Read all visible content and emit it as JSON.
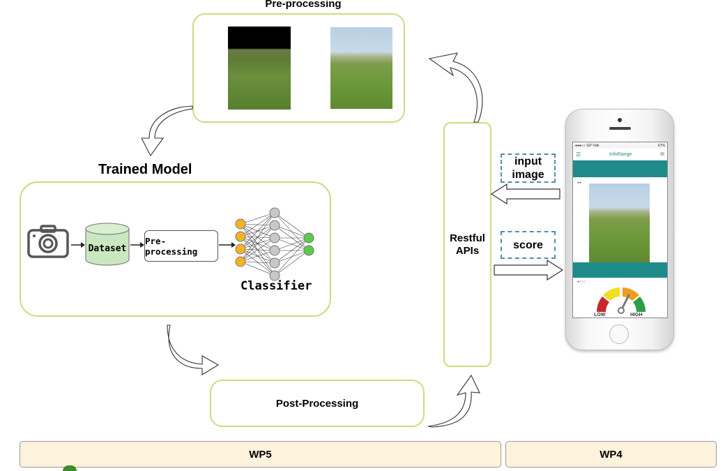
{
  "preprocessing": {
    "title": "Pre-processing"
  },
  "trained_model": {
    "title": "Trained Model",
    "dataset_label": "Dataset",
    "preproc_label": "Pre-processing",
    "classifier_label": "Classifier"
  },
  "post_processing": {
    "label": "Post-Processing"
  },
  "restful": {
    "line1": "Restful",
    "line2": "APIs"
  },
  "input_image": {
    "line1": "input",
    "line2": "image"
  },
  "score": {
    "label": "score"
  },
  "phone": {
    "carrier": "●●●○○ GP-Talk",
    "battery": "67%",
    "app_title": "InfoRange",
    "gauge_low": "LOW",
    "gauge_high": "HIGH"
  },
  "wp5": {
    "label": "WP5"
  },
  "wp4": {
    "label": "WP4"
  },
  "colors": {
    "box_border": "#c5df7e",
    "input_node": "#f5b324",
    "output_node": "#5bc94b",
    "teal": "#1f8b8a",
    "wp_fill": "#fdf3dc"
  }
}
